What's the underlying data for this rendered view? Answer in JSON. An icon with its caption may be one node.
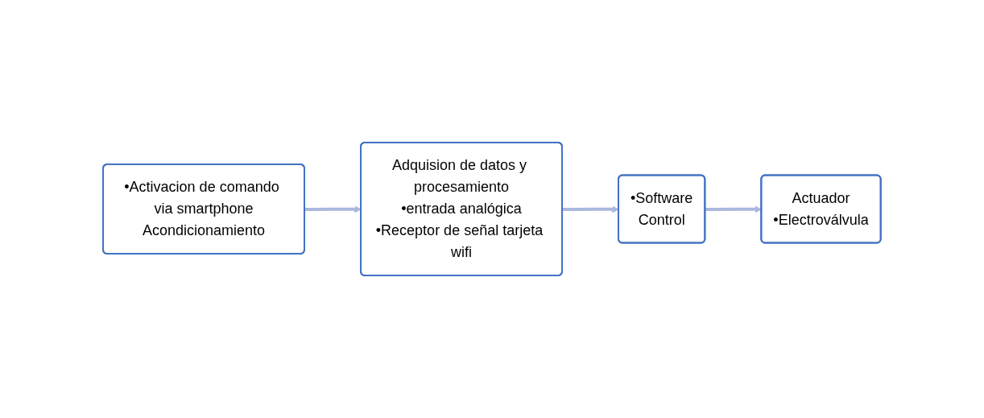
{
  "diagram": {
    "nodes": [
      {
        "text": [
          "•Activacion de comando via smartphone",
          "Acondicionamiento"
        ]
      },
      {
        "text": [
          "Adquision de datos y procesamiento",
          "•entrada analógica",
          "•Receptor de señal tarjeta wifi"
        ]
      },
      {
        "text": [
          "•Software",
          "Control"
        ]
      },
      {
        "text": [
          "Actuador",
          "•Electroválvula"
        ]
      }
    ],
    "edges": [
      {
        "from": 0,
        "to": 1,
        "arrow": "to"
      },
      {
        "from": 1,
        "to": 2,
        "arrow": "to"
      },
      {
        "from": 2,
        "to": 3,
        "arrow": "to"
      }
    ]
  }
}
